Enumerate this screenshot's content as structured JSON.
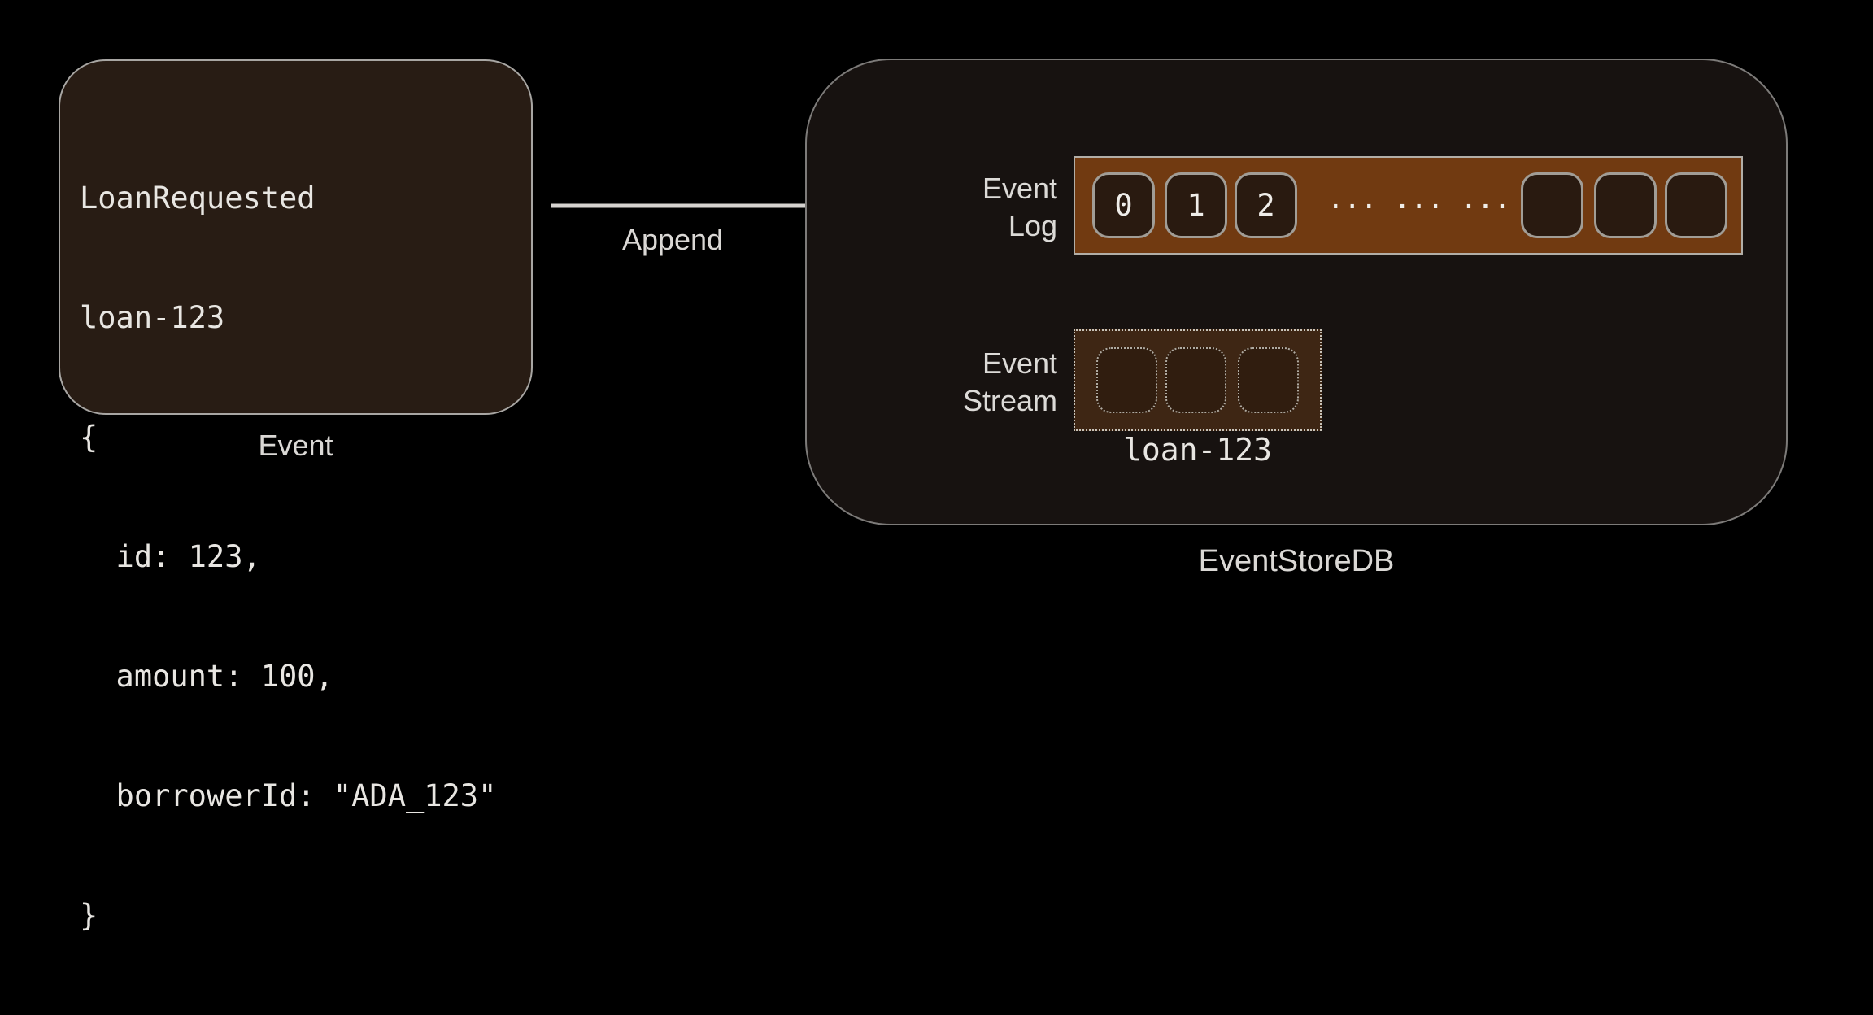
{
  "event_card": {
    "code_lines": [
      "LoanRequested",
      "loan-123",
      "{",
      "  id: 123,",
      "  amount: 100,",
      "  borrowerId: \"ADA_123\"",
      "}"
    ],
    "caption": "Event"
  },
  "append_arrow": {
    "label": "Append"
  },
  "eventstore": {
    "caption": "EventStoreDB",
    "event_log": {
      "label_line1": "Event",
      "label_line2": "Log",
      "numbered_cells": [
        "0",
        "1",
        "2"
      ],
      "ellipsis": "... ... ...",
      "empty_cell_count": 3
    },
    "event_stream": {
      "label_line1": "Event",
      "label_line2": "Stream",
      "placeholder_cell_count": 3,
      "stream_name": "loan-123"
    }
  },
  "colors": {
    "page_background": "#000000",
    "card_background": "#281c14",
    "container_background": "#171210",
    "log_bar_orange": "#713a11",
    "cell_background": "#291a10",
    "stream_box_brown": "#3e2614",
    "border_gray": "#a8a6a3",
    "arrow": "#d6d3d0",
    "text": "#e8e6e2"
  }
}
